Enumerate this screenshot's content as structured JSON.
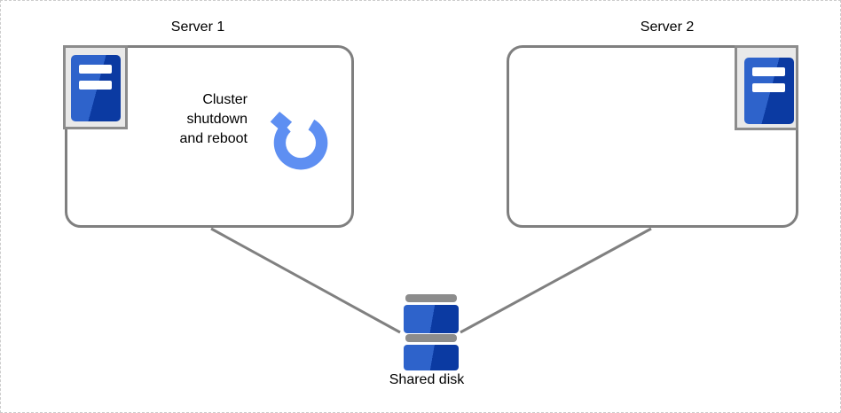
{
  "diagram": {
    "server1": {
      "label": "Server 1",
      "annotation": "Cluster\nshutdown\nand reboot"
    },
    "server2": {
      "label": "Server 2"
    },
    "shared_disk": {
      "label": "Shared disk"
    },
    "icons": {
      "server1_icon": "tower-server-icon",
      "server2_icon": "tower-server-icon",
      "annotation_icon": "reboot-circular-arrow-icon",
      "disk_icon": "disk-stack-icon"
    },
    "colors": {
      "server_blue_light": "#2e63cb",
      "server_blue_dark": "#0b3aa2",
      "reboot_arrow_blue": "#5e8ff2",
      "connector_gray": "#808080",
      "box_border_gray": "#7f7f7f",
      "icon_frame_gray": "#8c8c8c",
      "icon_frame_fill": "#e9e9e9"
    }
  }
}
